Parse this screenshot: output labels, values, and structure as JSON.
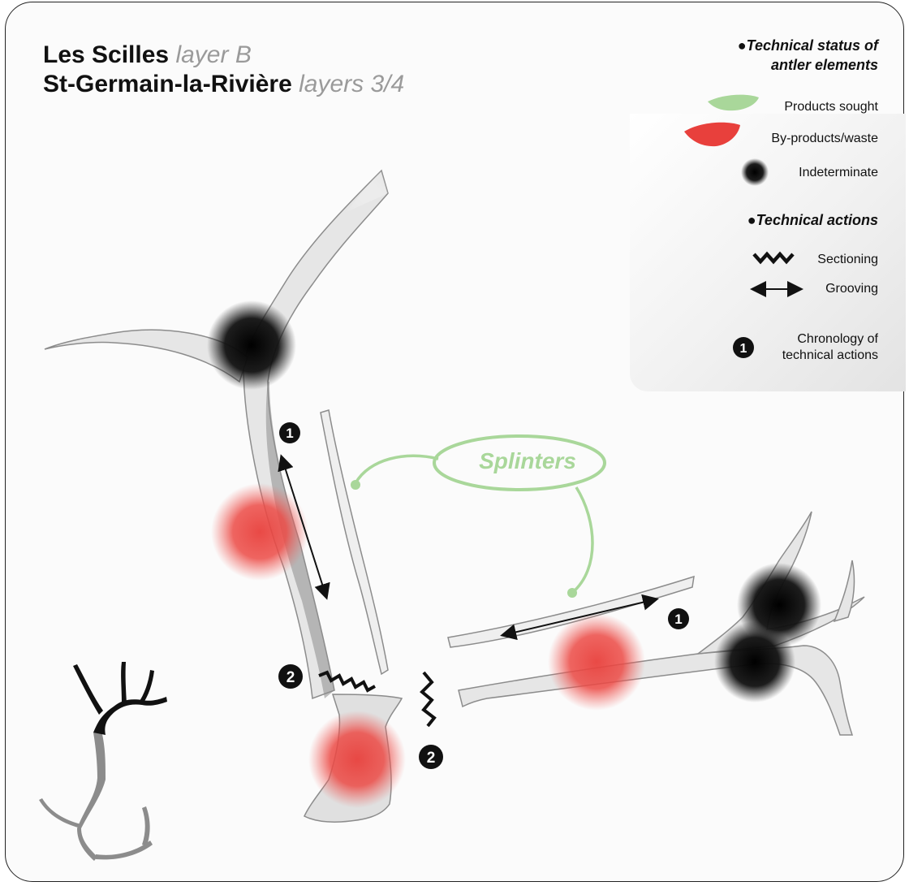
{
  "title": {
    "line1_main": "Les Scilles",
    "line1_sub": "layer B",
    "line2_main": "St-Germain-la-Rivière",
    "line2_sub": "layers 3/4"
  },
  "legend": {
    "status_heading_line1": "Technical status of",
    "status_heading_line2": "antler elements",
    "products_sought": "Products sought",
    "byproducts": "By-products/waste",
    "indeterminate": "Indeterminate",
    "actions_heading": "Technical actions",
    "sectioning": "Sectioning",
    "grooving": "Grooving",
    "chronology_line1": "Chronology of",
    "chronology_line2": "technical actions"
  },
  "labels": {
    "splinters": "Splinters",
    "step_1": "1",
    "step_2": "2"
  },
  "colors": {
    "products_sought": "#a9d79a",
    "byproducts": "#e8403c",
    "indeterminate": "#111111",
    "antler": "#e6e6e6",
    "antler_outline": "#8c8c8c"
  }
}
